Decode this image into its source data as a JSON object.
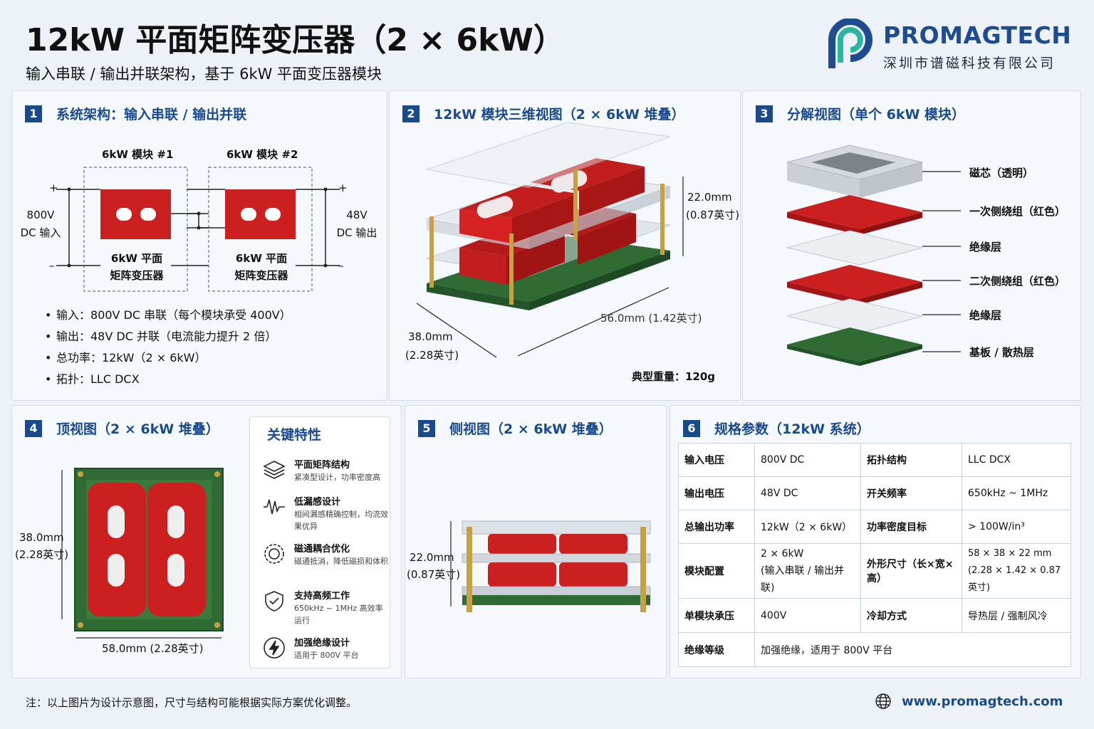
{
  "header": {
    "title": "12kW 平面矩阵变压器（2 × 6kW）",
    "subtitle": "输入串联 / 输出并联架构，基于 6kW 平面变压器模块"
  },
  "brand": {
    "name": "PROMAGTECH",
    "company": "深圳市谱磁科技有限公司",
    "color": "#1f4b8f",
    "accent": "#2bb5a0"
  },
  "panel1": {
    "num": "1",
    "title": "系统架构：输入串联 / 输出并联",
    "module1": "6kW 模块 #1",
    "module2": "6kW 模块 #2",
    "input_l1": "800V",
    "input_l2": "DC 输入",
    "output_l1": "48V",
    "output_l2": "DC 输出",
    "xfmr_l1": "6kW 平面",
    "xfmr_l2": "矩阵变压器",
    "plus": "+",
    "minus": "–",
    "bullets": [
      "输入：800V DC 串联（每个模块承受 400V）",
      "输出：48V DC 并联（电流能力提升 2 倍）",
      "总功率：12kW（2 × 6kW）",
      "拓扑：LLC DCX"
    ]
  },
  "panel2": {
    "num": "2",
    "title": "12kW 模块三维视图（2 × 6kW 堆叠）",
    "height": "22.0mm",
    "height_in": "(0.87英寸)",
    "depth": "38.0mm",
    "depth_in": "(2.28英寸)",
    "length": "56.0mm (1.42英寸)",
    "weight": "典型重量：120g"
  },
  "panel3": {
    "num": "3",
    "title": "分解视图（单个 6kW 模块）",
    "layers": [
      "磁芯（透明）",
      "一次侧绕组（红色）",
      "绝缘层",
      "二次侧绕组（红色）",
      "绝缘层",
      "基板 / 散热层"
    ]
  },
  "panel4": {
    "num": "4",
    "title": "顶视图（2 × 6kW 堆叠）",
    "height": "38.0mm",
    "height_in": "(2.28英寸)",
    "width": "58.0mm (2.28英寸)"
  },
  "features": {
    "title": "关键特性",
    "items": [
      {
        "icon": "layers-icon",
        "title": "平面矩阵结构",
        "desc": "紧凑型设计，功率密度高"
      },
      {
        "icon": "waveform-icon",
        "title": "低漏感设计",
        "desc": "相间漏感精确控制，均流效果优异"
      },
      {
        "icon": "magnet-ring-icon",
        "title": "磁通耦合优化",
        "desc": "磁通抵消，降低磁损和体积"
      },
      {
        "icon": "shield-check-icon",
        "title": "支持高频工作",
        "desc": "650kHz ~ 1MHz 高效率运行"
      },
      {
        "icon": "lightning-icon",
        "title": "加强绝缘设计",
        "desc": "适用于 800V 平台"
      }
    ]
  },
  "panel5": {
    "num": "5",
    "title": "侧视图（2 × 6kW 堆叠）",
    "height": "22.0mm",
    "height_in": "(0.87英寸)"
  },
  "panel6": {
    "num": "6",
    "title": "规格参数（12kW 系统）",
    "rows": [
      [
        "输入电压",
        "800V DC",
        "拓扑结构",
        "LLC DCX"
      ],
      [
        "输出电压",
        "48V DC",
        "开关频率",
        "650kHz ~ 1MHz"
      ],
      [
        "总输出功率",
        "12kW（2 × 6kW）",
        "功率密度目标",
        "> 100W/in³"
      ],
      [
        "模块配置",
        "2 × 6kW\n(输入串联 / 输出并联)",
        "外形尺寸（长×宽×高）",
        "58 × 38 × 22 mm\n(2.28 × 1.42 × 0.87 英寸)"
      ],
      [
        "单模块承压",
        "400V",
        "冷却方式",
        "导热层 / 强制风冷"
      ]
    ],
    "last_key": "绝缘等级",
    "last_val": "加强绝缘，适用于 800V 平台"
  },
  "footer": {
    "note": "注：以上图片为设计示意图，尺寸与结构可能根据实际方案优化调整。",
    "website": "www.promagtech.com"
  },
  "colors": {
    "winding": "#cc1f1f",
    "pcb": "#2f6b32",
    "accent": "#1a4a8e"
  }
}
